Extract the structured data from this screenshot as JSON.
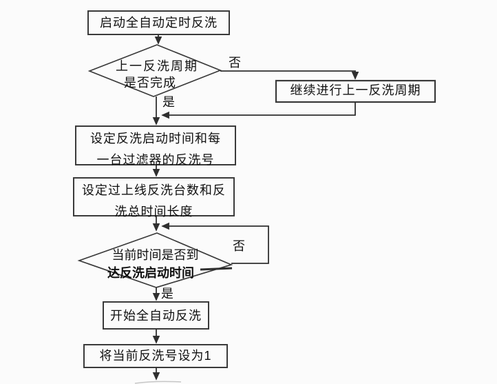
{
  "flowchart": {
    "background": "#fbfbfb",
    "ink_color": "#3a3a3a",
    "text_color": "#101010",
    "nodes": {
      "start": {
        "shape": "rectangle",
        "label": "启动全自动定时反洗"
      },
      "prev_cycle_check": {
        "shape": "diamond",
        "lines": [
          "上一反洗周期",
          "是否完成"
        ]
      },
      "continue_prev_cycle": {
        "shape": "rectangle",
        "label": "继续进行上一反洗周期"
      },
      "set_start_time": {
        "shape": "rectangle",
        "lines": [
          "设定反洗启动时间和每",
          "一台过滤器的反洗号"
        ]
      },
      "set_units_and_duration": {
        "shape": "rectangle",
        "lines": [
          "设定过上线反洗台数和反",
          "洗总时间长度"
        ]
      },
      "time_reached_check": {
        "shape": "diamond",
        "lines": [
          "当前时间是否到",
          "达反洗启动时间"
        ]
      },
      "begin_backwash": {
        "shape": "rectangle",
        "label": "开始全自动反洗"
      },
      "set_backwash_number": {
        "shape": "rectangle",
        "label": "将当前反洗号设为1"
      }
    },
    "edge_labels": {
      "prev_cycle_no": "否",
      "prev_cycle_yes": "是",
      "time_reached_no": "否",
      "time_reached_yes": "是"
    }
  }
}
